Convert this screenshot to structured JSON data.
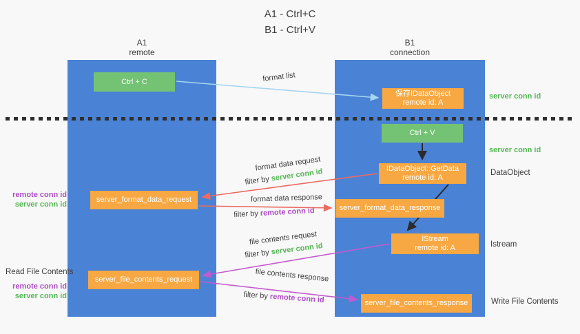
{
  "title": {
    "line1": "A1 - Ctrl+C",
    "line2": "B1 - Ctrl+V"
  },
  "lanes": {
    "a": {
      "id": "A1",
      "name": "remote"
    },
    "b": {
      "id": "B1",
      "name": "connection"
    }
  },
  "nodes": {
    "ctrl_c": "Ctrl + C",
    "save_dataobject": {
      "line1": "保存IDataObject",
      "line2": "remote id: A"
    },
    "ctrl_v": "Ctrl + V",
    "getdata": {
      "line1": "IDataObject::GetData",
      "line2": "remote id: A"
    },
    "format_request": "server_format_data_request",
    "format_response": "server_format_data_response",
    "istream": {
      "line1": "IStream",
      "line2": "remote id: A"
    },
    "file_request": "server_file_contents_request",
    "file_response": "server_file_contents_response"
  },
  "edge_labels": {
    "format_list": "format list",
    "format_data_request": "format data request",
    "format_data_request_filter_prefix": "filter by ",
    "format_data_request_filter_key": "server conn id",
    "format_data_response": "format data response",
    "format_data_response_filter_prefix": "filter by ",
    "format_data_response_filter_key": "remote conn id",
    "file_contents_request": "file contents request",
    "file_contents_request_filter_prefix": "filter by ",
    "file_contents_request_filter_key": "server conn id",
    "file_contents_response": "file contents response",
    "file_contents_response_filter_prefix": "filter by ",
    "file_contents_response_filter_key": "remote conn id"
  },
  "side_labels": {
    "left": {
      "pair1_remote": "remote conn id",
      "pair1_server": "server conn id",
      "read_file": "Read File Contents",
      "pair2_remote": "remote conn id",
      "pair2_server": "server conn id"
    },
    "right": {
      "server_conn_top": "server conn id",
      "server_conn_mid": "server conn id",
      "dataobject": "DataObject",
      "istream": "Istream",
      "write_file": "Write File Contents"
    }
  },
  "colors": {
    "background": "#f8f8f8",
    "lane_blue": "#4a82d5",
    "box_green": "#74c274",
    "box_orange": "#f7a843",
    "text_dark": "#3d3d3d",
    "text_green": "#54b854",
    "text_purple": "#ad4bc5",
    "arrow_blue": "#a5d5f0",
    "arrow_red": "#ed6a60",
    "arrow_magenta": "#c45ad0",
    "arrow_black": "#2b2b2b"
  }
}
